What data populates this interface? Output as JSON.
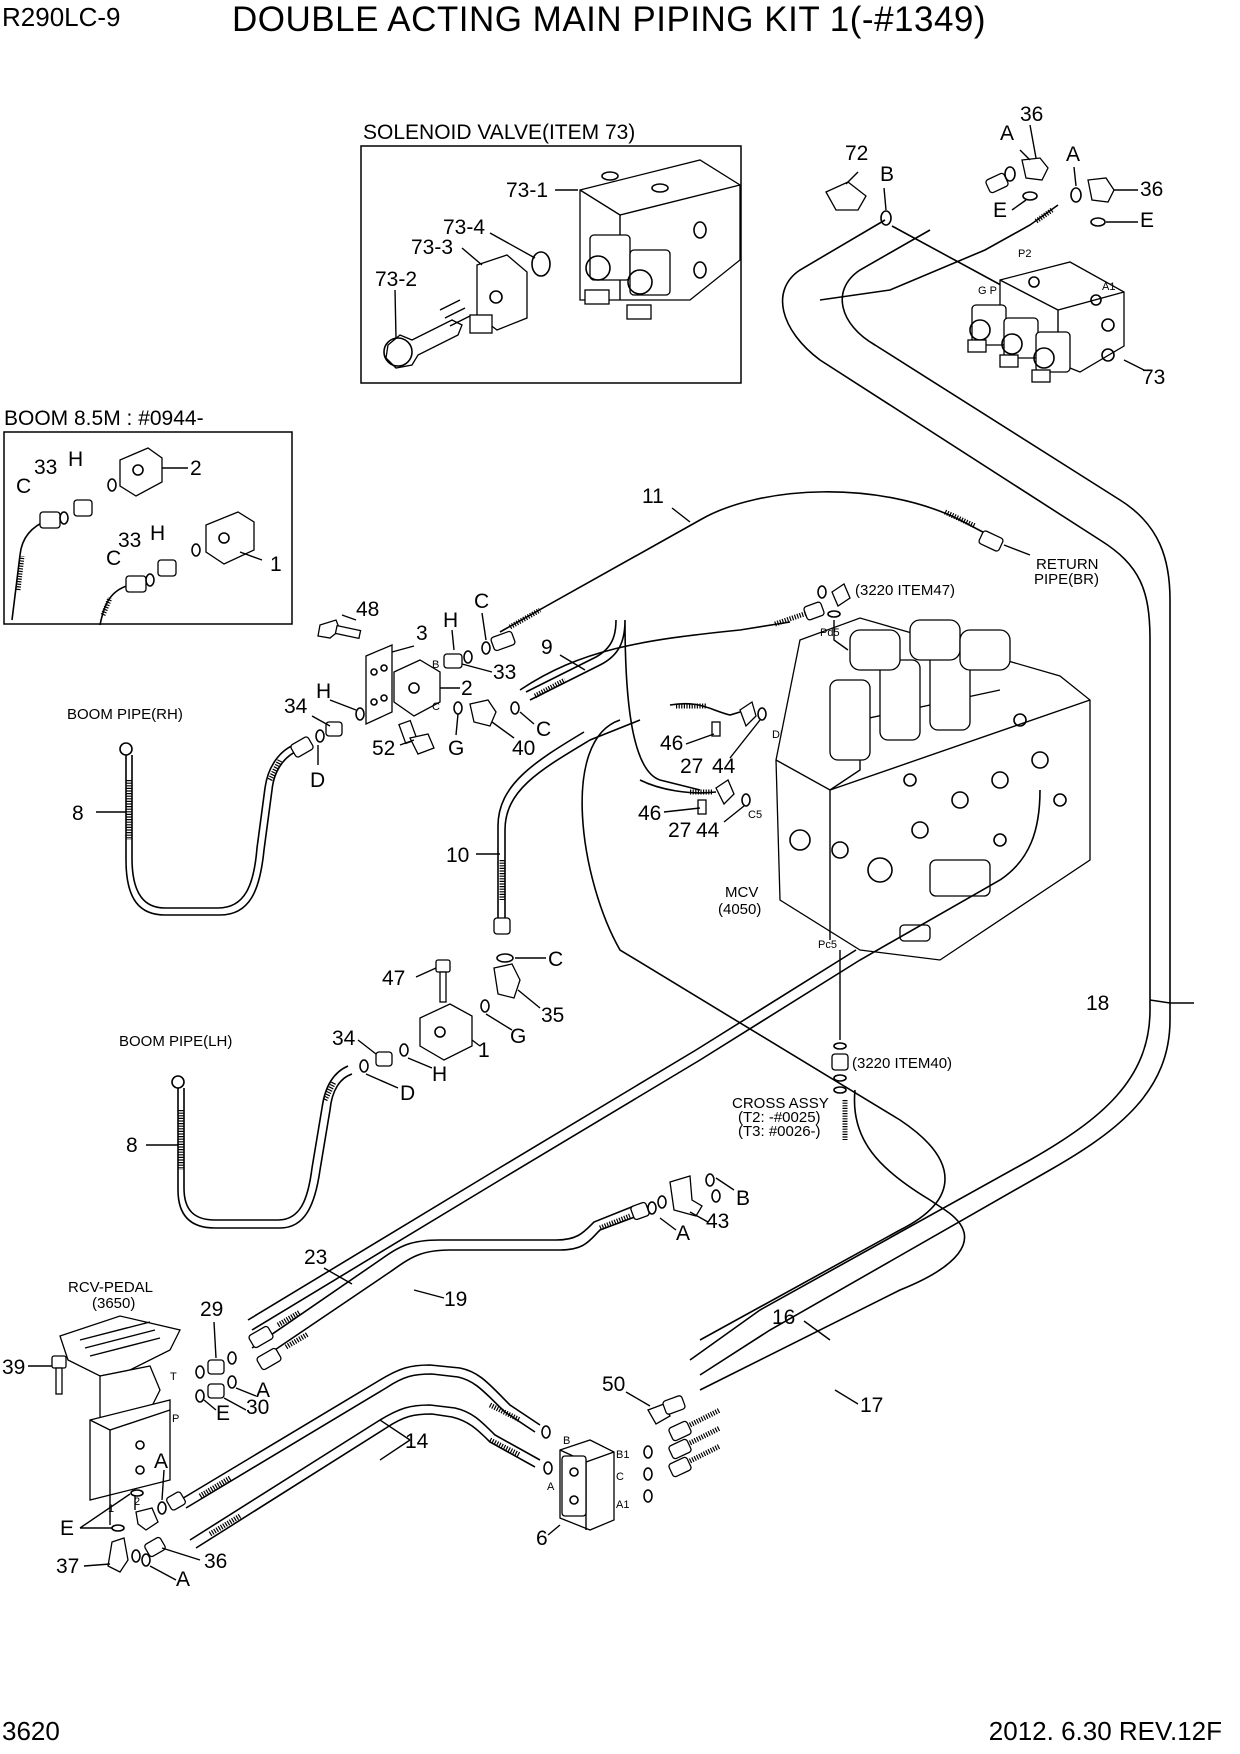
{
  "header": {
    "model": "R290LC-9",
    "title": "DOUBLE ACTING MAIN PIPING KIT 1(-#1349)"
  },
  "footer": {
    "page": "3620",
    "date_rev": "2012. 6.30  REV.12F"
  },
  "insets": {
    "solenoid_title": "SOLENOID VALVE(ITEM 73)",
    "boom_title": "BOOM 8.5M : #0944-"
  },
  "notes": {
    "return_pipe_1": "RETURN",
    "return_pipe_2": "PIPE(BR)",
    "item47_ref": "(3220 ITEM47)",
    "item40_ref": "(3220 ITEM40)",
    "cross_assy_1": "CROSS ASSY",
    "cross_assy_2": "(T2: -#0025)",
    "cross_assy_3": "(T3: #0026-)",
    "mcv_1": "MCV",
    "mcv_2": "(4050)",
    "boom_pipe_rh": "BOOM PIPE(RH)",
    "boom_pipe_lh": "BOOM PIPE(LH)",
    "rcv_1": "RCV-PEDAL",
    "rcv_2": "(3650)"
  },
  "port_marks": {
    "pd5": "Pd5",
    "d5": "D5",
    "c5": "C5",
    "pc5": "Pc5",
    "p2": "P2",
    "gp": "G P",
    "a1_top": "A1",
    "b_blk": "B",
    "c_blk": "C",
    "t": "T",
    "p": "P",
    "n1": "1",
    "n2": "2",
    "b1": "B1",
    "c6": "C",
    "a1_6": "A1",
    "b6": "B",
    "a6": "A"
  },
  "callouts": {
    "c73_1": "73-1",
    "c73_4": "73-4",
    "c73_3": "73-3",
    "c73_2": "73-2",
    "c72": "72",
    "cB_top": "B",
    "cA_top1": "A",
    "c36_top1": "36",
    "cA_top2": "A",
    "c36_top2": "36",
    "cE_top1": "E",
    "cE_top2": "E",
    "c73": "73",
    "b33a": "33",
    "bHa": "H",
    "bCa": "C",
    "b2": "2",
    "b33b": "33",
    "bHb": "H",
    "bCb": "C",
    "b1": "1",
    "c11": "11",
    "c48": "48",
    "c3": "3",
    "cH1": "H",
    "cC1": "C",
    "c33": "33",
    "c2": "2",
    "c9": "9",
    "c34a": "34",
    "cH2": "H",
    "c52": "52",
    "cG1": "G",
    "c40": "40",
    "cC2": "C",
    "cDa": "D",
    "c8a": "8",
    "c46a": "46",
    "c27a": "27",
    "c44a": "44",
    "c46b": "46",
    "c27b": "27",
    "c44b": "44",
    "c10": "10",
    "cC3": "C",
    "c47": "47",
    "c35": "35",
    "cG2": "G",
    "c34b": "34",
    "cDb": "D",
    "cH3": "H",
    "c1": "1",
    "c8b": "8",
    "c18": "18",
    "cB2": "B",
    "c43": "43",
    "cA3": "A",
    "c23": "23",
    "c19": "19",
    "c16": "16",
    "c17": "17",
    "c29": "29",
    "c39": "39",
    "cA4": "A",
    "c30": "30",
    "cE3": "E",
    "c14": "14",
    "c50": "50",
    "cA5": "A",
    "cE4": "E",
    "c6": "6",
    "c37": "37",
    "c36": "36",
    "cA6": "A"
  }
}
